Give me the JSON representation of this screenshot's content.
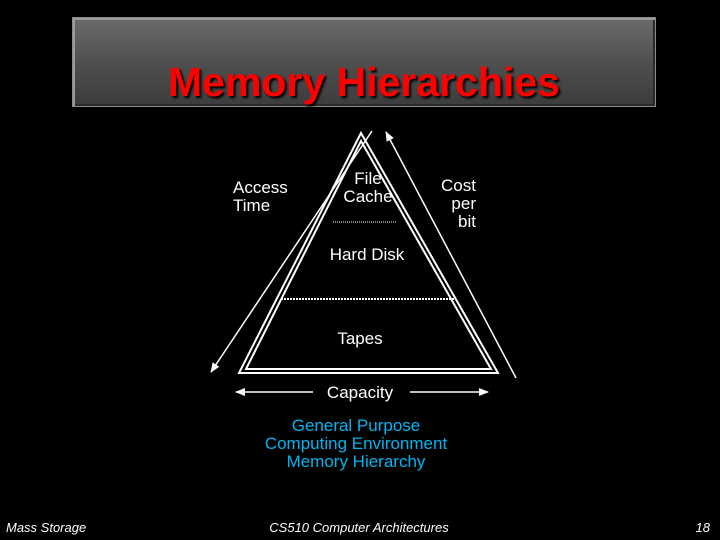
{
  "slide": {
    "title": "Memory Hierarchies",
    "labels": {
      "access_line1": "Access",
      "access_line2": "Time",
      "file_line1": "File",
      "file_line2": "Cache",
      "cost_line1": "Cost",
      "cost_line2": "per",
      "cost_line3": "bit",
      "hard_disk": "Hard Disk",
      "tapes": "Tapes",
      "capacity": "Capacity"
    },
    "caption": {
      "line1": "General Purpose",
      "line2": "Computing Environment",
      "line3": "Memory Hierarchy"
    },
    "footer": {
      "left": "Mass Storage",
      "center": "CS510 Computer Architectures",
      "page_number": "18"
    },
    "colors": {
      "title": "#ff0000",
      "caption": "#00b4f0",
      "background": "#000000"
    }
  }
}
